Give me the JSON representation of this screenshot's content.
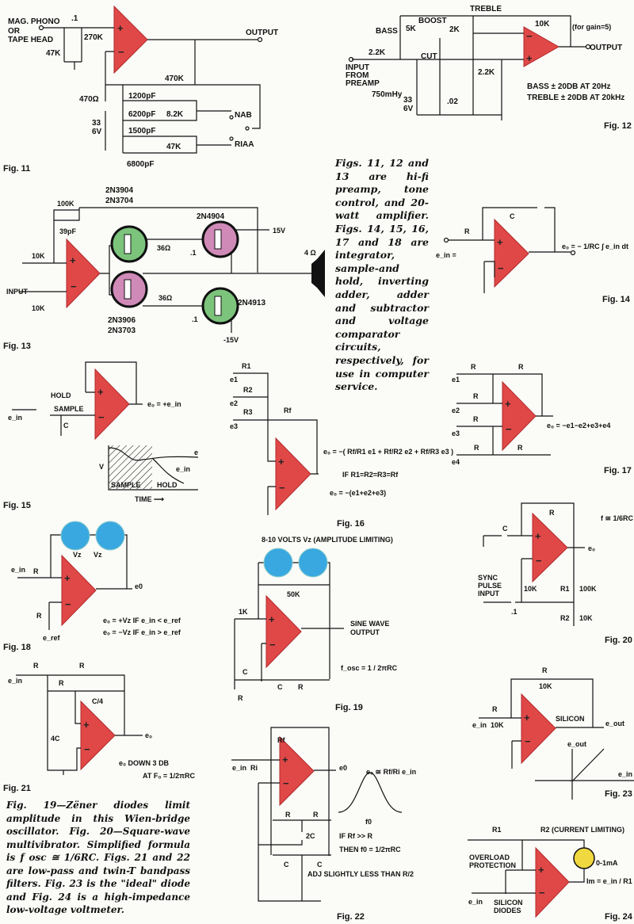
{
  "colors": {
    "opamp": "#e04848",
    "npn_transistor": "#7cc47c",
    "pnp_transistor": "#d08ab8",
    "zener": "#3aa8e0",
    "meter": "#f0d840"
  },
  "fig11": {
    "caption": "Fig. 11",
    "input_label": [
      "MAG. PHONO",
      "OR",
      "TAPE HEAD"
    ],
    "c_in": ".1",
    "r_47k": "47K",
    "r_270k": "270K",
    "output": "OUTPUT",
    "r_470k": "470K",
    "r_470": "470Ω",
    "c_33": "33",
    "c_33v": "6V",
    "c1200": "1200pF",
    "c6200": "6200pF",
    "r82k": "8.2K",
    "nab": "NAB",
    "c1500": "1500pF",
    "r47k2": "47K",
    "c6800": "6800pF",
    "riaa": "RIAA"
  },
  "fig12": {
    "caption": "Fig. 12",
    "bass": "BASS",
    "r5k": "5K",
    "boost": "BOOST",
    "treble": "TREBLE",
    "r2k": "2K",
    "r10k": "10K",
    "gain_note": "(for gain=5)",
    "output": "OUTPUT",
    "r22k": "2.2K",
    "cut": "CUT",
    "input": [
      "INPUT",
      "FROM",
      "PREAMP"
    ],
    "l750": "750mHy",
    "c33": "33",
    "c33v": "6V",
    "c02": ".02",
    "r22k2": "2.2K",
    "spec_bass": "BASS ± 20DB AT 20Hz",
    "spec_treble": "TREBLE ± 20DB AT 20kHz"
  },
  "fig13": {
    "caption": "Fig. 13",
    "q1": [
      "2N3904",
      "2N3704"
    ],
    "q2": "2N4904",
    "q3": [
      "2N3906",
      "2N3703"
    ],
    "q4": "2N4913",
    "r100k": "100K",
    "c39": "39pF",
    "r10k": "10K",
    "input": "INPUT",
    "pot10k": "10K",
    "r36a": "36Ω",
    "r36b": "36Ω",
    "c1a": ".1",
    "c1b": ".1",
    "vpos": "15V",
    "vneg": "-15V",
    "speaker": "4 Ω"
  },
  "side_caption": "Figs. 11, 12 and 13 are hi-fi preamp, tone control, and 20-watt amplifier. Figs. 14, 15, 16, 17 and 18 are integrator, sample-and hold, inverting adder, adder and subtractor and voltage comparator circuits, respectively, for use in computer service.",
  "fig14": {
    "caption": "Fig. 14",
    "r": "R",
    "c": "C",
    "ein": "e_in =",
    "formula": "e₀ = − 1/RC ∫ e_in dt"
  },
  "fig15": {
    "caption": "Fig. 15",
    "hold": "HOLD",
    "sample": "SAMPLE",
    "ein": "e_in",
    "c": "C",
    "eo": "e₀ = +e_in",
    "graph_v": "V",
    "graph_e": "e",
    "graph_ein": "e_in",
    "graph_sample": "SAMPLE",
    "graph_hold": "HOLD",
    "graph_time": "TIME ⟶"
  },
  "fig16": {
    "caption": "Fig. 16",
    "r1": "R1",
    "r2": "R2",
    "r3": "R3",
    "rf": "Rf",
    "e1": "e1",
    "e2": "e2",
    "e3": "e3",
    "formula1": "e₀ = −( Rf/R1 e1 + Rf/R2 e2 + Rf/R3 e3 )",
    "condition": "IF R1=R2=R3=Rf",
    "formula2": "e₀ = −(e1+e2+e3)"
  },
  "fig17": {
    "caption": "Fig. 17",
    "r": "R",
    "e1": "e1",
    "e2": "e2",
    "e3": "e3",
    "e4": "e4",
    "formula": "e₀ = −e1−e2+e3+e4"
  },
  "fig18": {
    "caption": "Fig. 18",
    "r": "R",
    "vz": "Vz",
    "ein": "e_in",
    "eo": "e0",
    "eref": "e_ref",
    "line1": "e₀ = +Vz IF e_in < e_ref",
    "line2": "e₀ = −Vz IF e_in > e_ref"
  },
  "fig19": {
    "caption": "Fig. 19",
    "note": "8-10 VOLTS Vz (AMPLITUDE LIMITING)",
    "r50k": "50K",
    "r1k": "1K",
    "output": [
      "SINE WAVE",
      "OUTPUT"
    ],
    "c": "C",
    "r": "R",
    "formula": "f_osc = 1 / 2πRC"
  },
  "fig20": {
    "caption": "Fig. 20",
    "r": "R",
    "c": "C",
    "eo": "e₀",
    "r10k": "10K",
    "r1": "R1",
    "r100k": "100K",
    "r2": "R2",
    "r2v": "10K",
    "sync": [
      "SYNC",
      "PULSE",
      "INPUT"
    ],
    "c1": ".1",
    "formula": "f ≅ 1/6RC"
  },
  "fig21": {
    "caption": "Fig. 21",
    "r": "R",
    "c4": "C/4",
    "c4x": "4C",
    "ein": "e_in",
    "eo": "e₀",
    "note1": "e₀ DOWN 3 DB",
    "note2": "AT F₀ = 1/2πRC"
  },
  "fig22": {
    "caption": "Fig. 22",
    "rf": "Rf",
    "ri": "Ri",
    "ein": "e_in",
    "eo": "e0",
    "r": "R",
    "c2": "2C",
    "c": "C",
    "adj": "ADJ SLIGHTLY LESS THAN R/2",
    "peak": "e₀ ≅ Rf/Ri e_in",
    "f0": "f0",
    "cond1": "IF Rf >> R",
    "cond2": "THEN f0 = 1/2πRC"
  },
  "fig23": {
    "caption": "Fig. 23",
    "r": "R",
    "r10k": "10K",
    "ein": "e_in",
    "eout": "e_out",
    "silicon": "SILICON"
  },
  "fig24": {
    "caption": "Fig. 24",
    "r1": "R1",
    "r2": "R2 (CURRENT LIMITING)",
    "overload": [
      "OVERLOAD",
      "PROTECTION"
    ],
    "meter": "0-1mA",
    "diodes": [
      "SILICON",
      "DIODES"
    ],
    "ein": "e_in",
    "formula": "Im = e_in / R1"
  },
  "bottom_caption": "Fig. 19—Zëner diodes limit amplitude in this Wien-bridge oscillator. Fig. 20—Square-wave multivibrator. Simplified formula is f osc ≅ 1/6RC. Figs. 21 and 22 are low-pass and twin-T bandpass filters. Fig. 23 is the \"ideal\" diode and Fig. 24 is a high-impedance low-voltage voltmeter."
}
